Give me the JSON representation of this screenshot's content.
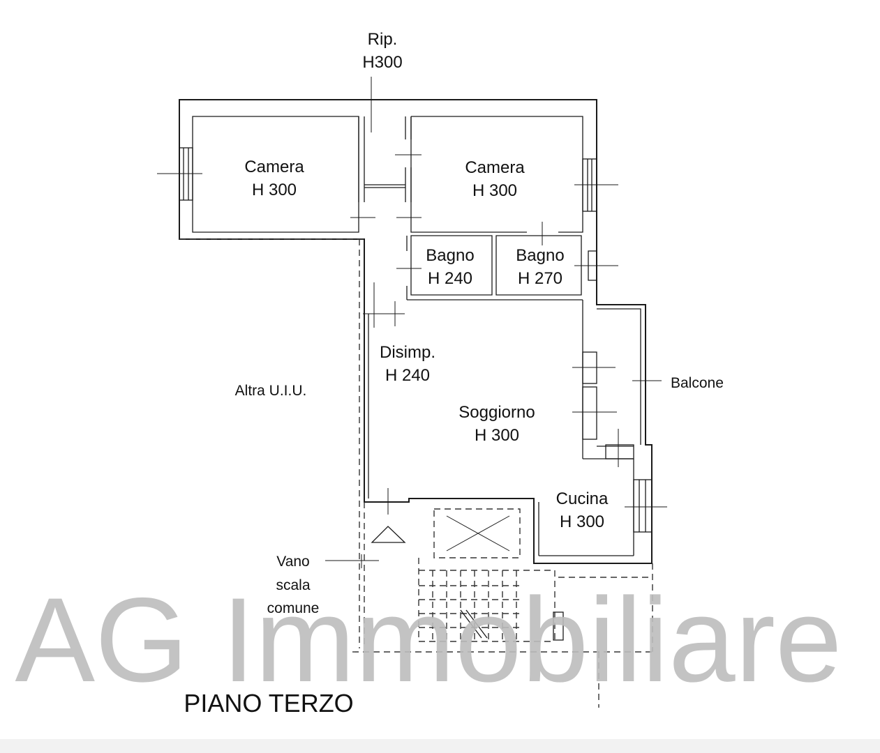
{
  "rooms": {
    "ripostiglio": {
      "name": "Rip.",
      "height": "H300"
    },
    "camera_left": {
      "name": "Camera",
      "height": "H 300"
    },
    "camera_right": {
      "name": "Camera",
      "height": "H 300"
    },
    "bagno_left": {
      "name": "Bagno",
      "height": "H 240"
    },
    "bagno_right": {
      "name": "Bagno",
      "height": "H 270"
    },
    "disimpegno": {
      "name": "Disimp.",
      "height": "H 240"
    },
    "soggiorno": {
      "name": "Soggiorno",
      "height": "H 300"
    },
    "cucina": {
      "name": "Cucina",
      "height": "H 300"
    }
  },
  "labels": {
    "balcone": "Balcone",
    "altra_uiu": "Altra U.I.U.",
    "vano_line1": "Vano",
    "vano_line2": "scala",
    "vano_line3": "comune"
  },
  "watermark": "AG Immobiliare",
  "floor_title": "PIANO TERZO"
}
